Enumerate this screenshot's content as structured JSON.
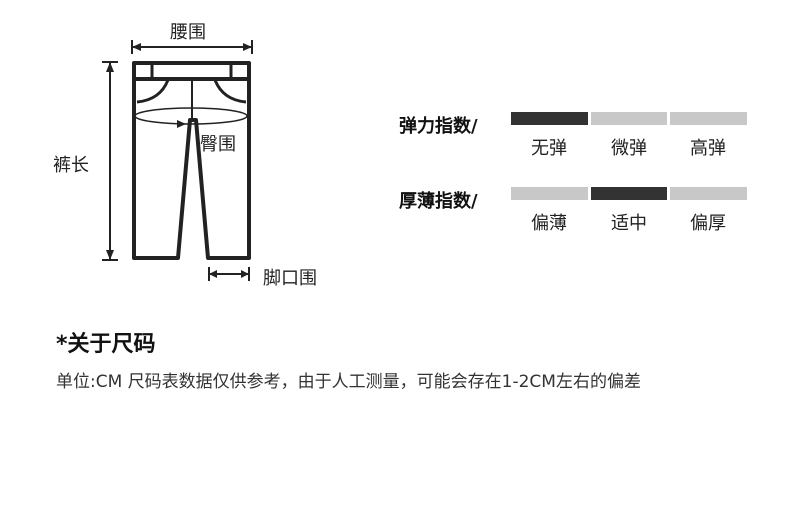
{
  "diagram": {
    "waist_label": "腰围",
    "length_label": "裤长",
    "hip_label": "臀围",
    "hem_label": "脚口围"
  },
  "indices": [
    {
      "label": "弹力指数/",
      "options": [
        "无弹",
        "微弹",
        "高弹"
      ],
      "selected_index": 0
    },
    {
      "label": "厚薄指数/",
      "options": [
        "偏薄",
        "适中",
        "偏厚"
      ],
      "selected_index": 1
    }
  ],
  "colors": {
    "bar_selected": "#333333",
    "bar_unselected": "#c8c8c8"
  },
  "size_note": {
    "title": "*关于尺码",
    "text": "单位:CM 尺码表数据仅供参考，由于人工测量，可能会存在1-2CM左右的偏差"
  }
}
